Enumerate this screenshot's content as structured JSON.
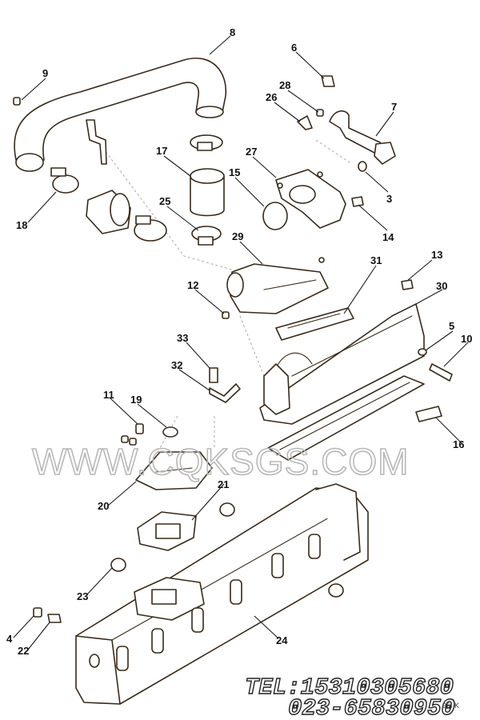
{
  "callouts": [
    {
      "id": "8",
      "label": "8"
    },
    {
      "id": "9",
      "label": "9"
    },
    {
      "id": "6",
      "label": "6"
    },
    {
      "id": "28",
      "label": "28"
    },
    {
      "id": "26",
      "label": "26"
    },
    {
      "id": "7",
      "label": "7"
    },
    {
      "id": "17",
      "label": "17"
    },
    {
      "id": "27",
      "label": "27"
    },
    {
      "id": "15",
      "label": "15"
    },
    {
      "id": "3",
      "label": "3"
    },
    {
      "id": "18",
      "label": "18"
    },
    {
      "id": "25",
      "label": "25"
    },
    {
      "id": "14",
      "label": "14"
    },
    {
      "id": "29",
      "label": "29"
    },
    {
      "id": "31",
      "label": "31"
    },
    {
      "id": "13",
      "label": "13"
    },
    {
      "id": "12",
      "label": "12"
    },
    {
      "id": "30",
      "label": "30"
    },
    {
      "id": "5",
      "label": "5"
    },
    {
      "id": "10",
      "label": "10"
    },
    {
      "id": "33",
      "label": "33"
    },
    {
      "id": "32",
      "label": "32"
    },
    {
      "id": "11",
      "label": "11"
    },
    {
      "id": "19",
      "label": "19"
    },
    {
      "id": "16",
      "label": "16"
    },
    {
      "id": "20",
      "label": "20"
    },
    {
      "id": "21",
      "label": "21"
    },
    {
      "id": "23",
      "label": "23"
    },
    {
      "id": "4",
      "label": "4"
    },
    {
      "id": "22",
      "label": "22"
    },
    {
      "id": "24",
      "label": "24"
    }
  ],
  "watermark": "WWW.CQKSGS.COM",
  "contact": {
    "phone": "TEL:15310305680",
    "landline": "023-65830950"
  },
  "corner_code": "95I K"
}
